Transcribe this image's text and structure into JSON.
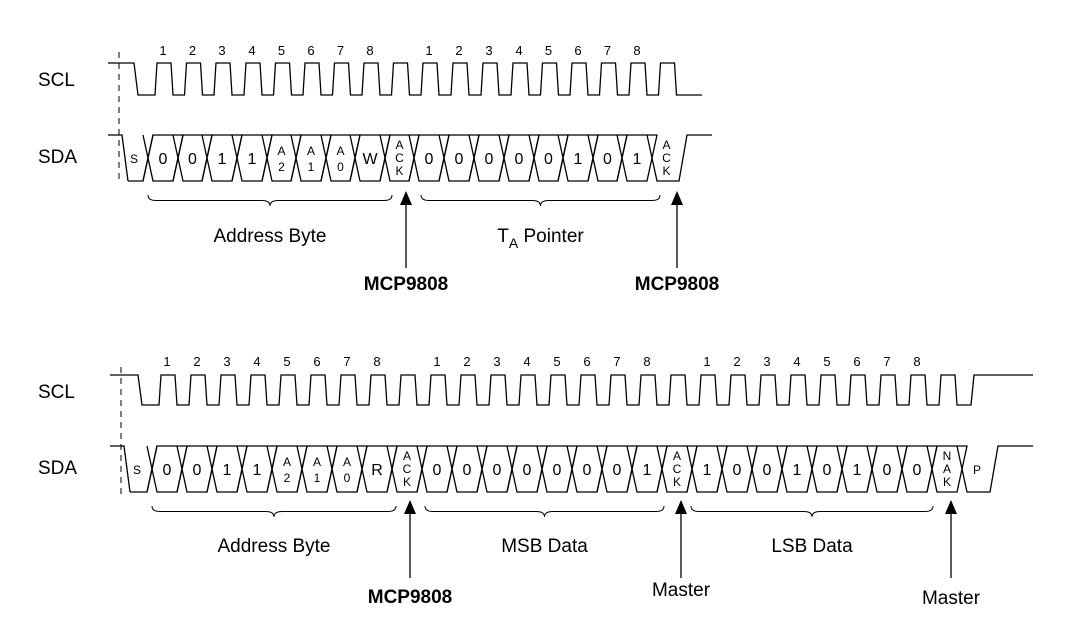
{
  "sequences": [
    {
      "scl_label": "SCL",
      "sda_label": "SDA",
      "clock_groups": [
        [
          "1",
          "2",
          "3",
          "4",
          "5",
          "6",
          "7",
          "8"
        ],
        [
          "1",
          "2",
          "3",
          "4",
          "5",
          "6",
          "7",
          "8"
        ]
      ],
      "sda_cells": [
        {
          "type": "small",
          "text": "S"
        },
        {
          "type": "bit",
          "text": "0"
        },
        {
          "type": "bit",
          "text": "0"
        },
        {
          "type": "bit",
          "text": "1"
        },
        {
          "type": "bit",
          "text": "1"
        },
        {
          "type": "stack",
          "letters": [
            "A",
            "2"
          ]
        },
        {
          "type": "stack",
          "letters": [
            "A",
            "1"
          ]
        },
        {
          "type": "stack",
          "letters": [
            "A",
            "0"
          ]
        },
        {
          "type": "bit",
          "text": "W"
        },
        {
          "type": "ack",
          "letters": [
            "A",
            "C",
            "K"
          ]
        },
        {
          "type": "bit",
          "text": "0"
        },
        {
          "type": "bit",
          "text": "0"
        },
        {
          "type": "bit",
          "text": "0"
        },
        {
          "type": "bit",
          "text": "0"
        },
        {
          "type": "bit",
          "text": "0"
        },
        {
          "type": "bit",
          "text": "1"
        },
        {
          "type": "bit",
          "text": "0"
        },
        {
          "type": "bit",
          "text": "1"
        },
        {
          "type": "ack",
          "letters": [
            "A",
            "C",
            "K"
          ]
        }
      ],
      "braces": [
        {
          "label": "Address Byte",
          "subscript": ""
        },
        {
          "label": "T",
          "subscript": "A",
          "suffix": " Pointer"
        }
      ],
      "acks": [
        {
          "label": "MCP9808",
          "bold": true
        },
        {
          "label": "MCP9808",
          "bold": true
        }
      ]
    },
    {
      "scl_label": "SCL",
      "sda_label": "SDA",
      "clock_groups": [
        [
          "1",
          "2",
          "3",
          "4",
          "5",
          "6",
          "7",
          "8"
        ],
        [
          "1",
          "2",
          "3",
          "4",
          "5",
          "6",
          "7",
          "8"
        ],
        [
          "1",
          "2",
          "3",
          "4",
          "5",
          "6",
          "7",
          "8"
        ]
      ],
      "sda_cells": [
        {
          "type": "small",
          "text": "S"
        },
        {
          "type": "bit",
          "text": "0"
        },
        {
          "type": "bit",
          "text": "0"
        },
        {
          "type": "bit",
          "text": "1"
        },
        {
          "type": "bit",
          "text": "1"
        },
        {
          "type": "stack",
          "letters": [
            "A",
            "2"
          ]
        },
        {
          "type": "stack",
          "letters": [
            "A",
            "1"
          ]
        },
        {
          "type": "stack",
          "letters": [
            "A",
            "0"
          ]
        },
        {
          "type": "bit",
          "text": "R"
        },
        {
          "type": "ack",
          "letters": [
            "A",
            "C",
            "K"
          ]
        },
        {
          "type": "bit",
          "text": "0"
        },
        {
          "type": "bit",
          "text": "0"
        },
        {
          "type": "bit",
          "text": "0"
        },
        {
          "type": "bit",
          "text": "0"
        },
        {
          "type": "bit",
          "text": "0"
        },
        {
          "type": "bit",
          "text": "0"
        },
        {
          "type": "bit",
          "text": "0"
        },
        {
          "type": "bit",
          "text": "1"
        },
        {
          "type": "ack",
          "letters": [
            "A",
            "C",
            "K"
          ]
        },
        {
          "type": "bit",
          "text": "1"
        },
        {
          "type": "bit",
          "text": "0"
        },
        {
          "type": "bit",
          "text": "0"
        },
        {
          "type": "bit",
          "text": "1"
        },
        {
          "type": "bit",
          "text": "0"
        },
        {
          "type": "bit",
          "text": "1"
        },
        {
          "type": "bit",
          "text": "0"
        },
        {
          "type": "bit",
          "text": "0"
        },
        {
          "type": "ack",
          "letters": [
            "N",
            "A",
            "K"
          ]
        },
        {
          "type": "small",
          "text": "P"
        }
      ],
      "braces": [
        {
          "label": "Address Byte",
          "subscript": ""
        },
        {
          "label": "MSB Data",
          "subscript": ""
        },
        {
          "label": "LSB Data",
          "subscript": ""
        }
      ],
      "acks": [
        {
          "label": "MCP9808",
          "bold": true
        },
        {
          "label": "Master",
          "bold": false
        },
        {
          "label": "Master",
          "bold": false
        }
      ]
    }
  ]
}
